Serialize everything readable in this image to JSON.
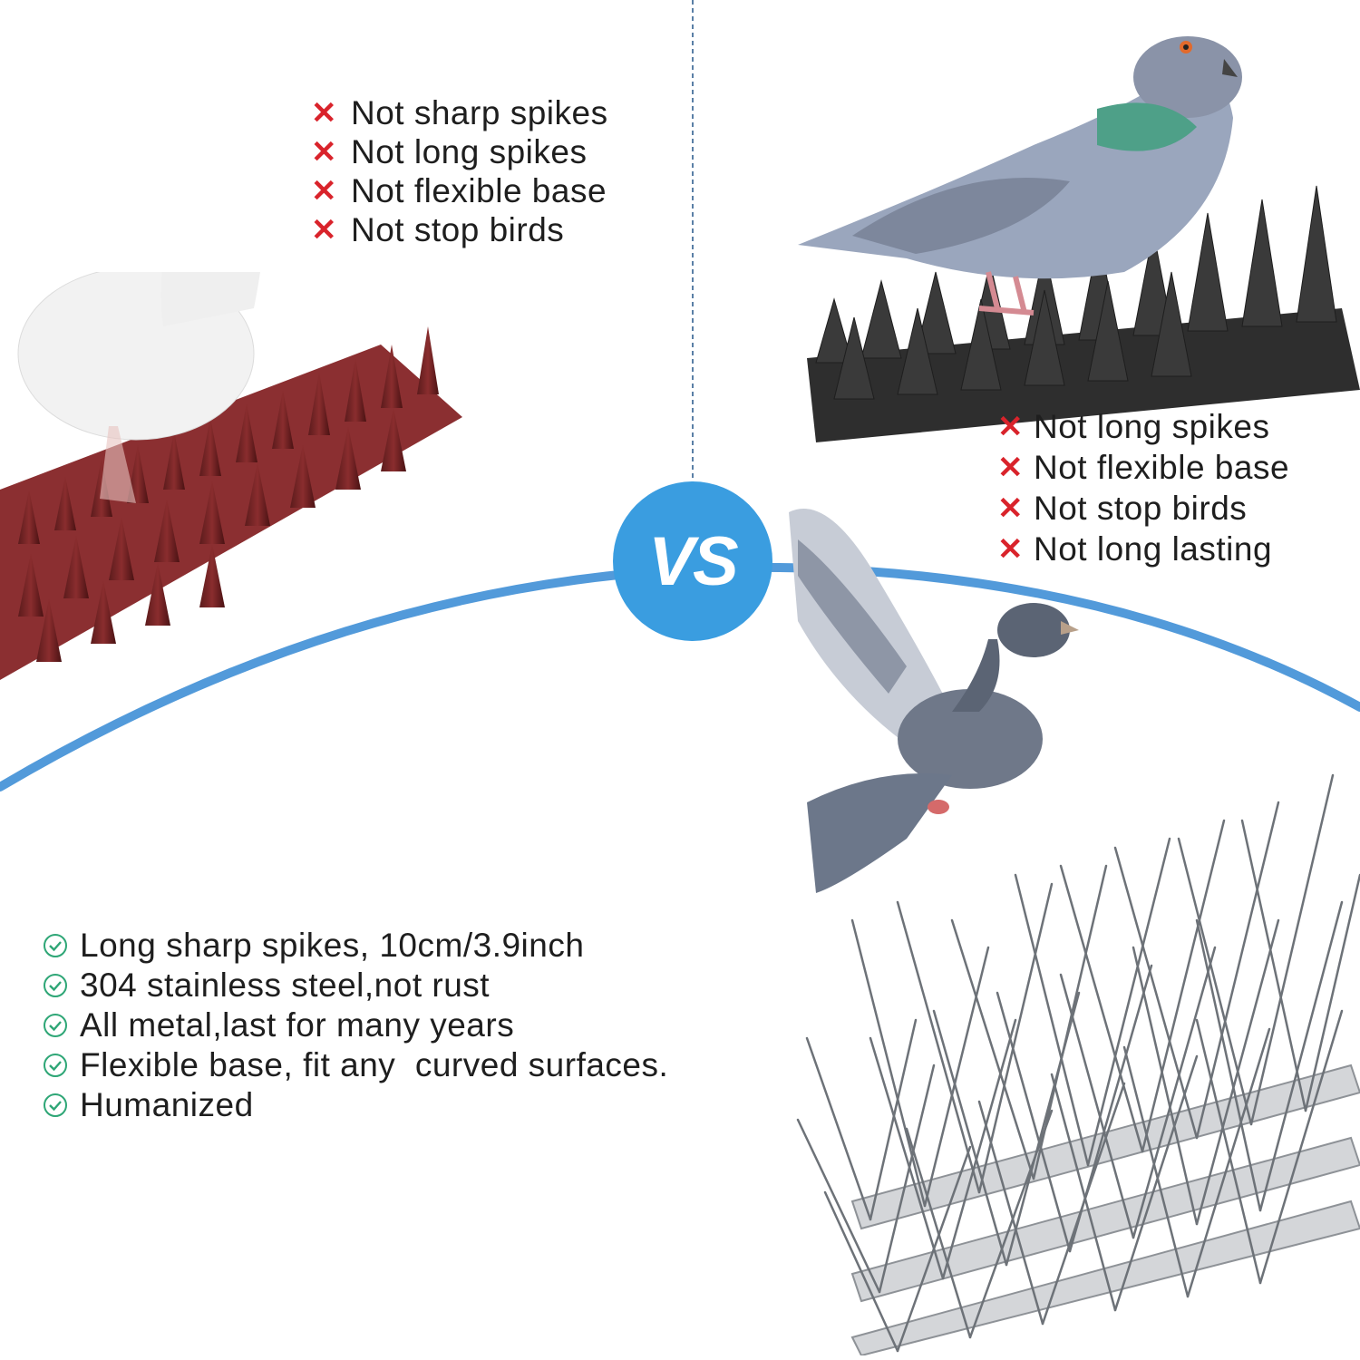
{
  "colors": {
    "accent_blue": "#3a9de0",
    "cross_red": "#d9232b",
    "check_green": "#2ea676",
    "text": "#1e1e1e"
  },
  "vs_label": "VS",
  "cheap_red_spikes": {
    "cons": [
      "Not sharp spikes",
      "Not long spikes",
      "Not flexible base",
      "Not stop birds"
    ]
  },
  "black_plastic_spikes": {
    "cons": [
      "Not long spikes",
      "Not flexible base",
      "Not stop birds",
      "Not long lasting"
    ]
  },
  "steel_spikes": {
    "pros": [
      "Long sharp spikes, 10cm/3.9inch",
      "304 stainless steel,not rust",
      "All metal,last for many years",
      "Flexible base, fit any  curved surfaces.",
      "Humanized"
    ]
  },
  "icons": {
    "cross": "✕",
    "check": "check-circle-icon"
  }
}
